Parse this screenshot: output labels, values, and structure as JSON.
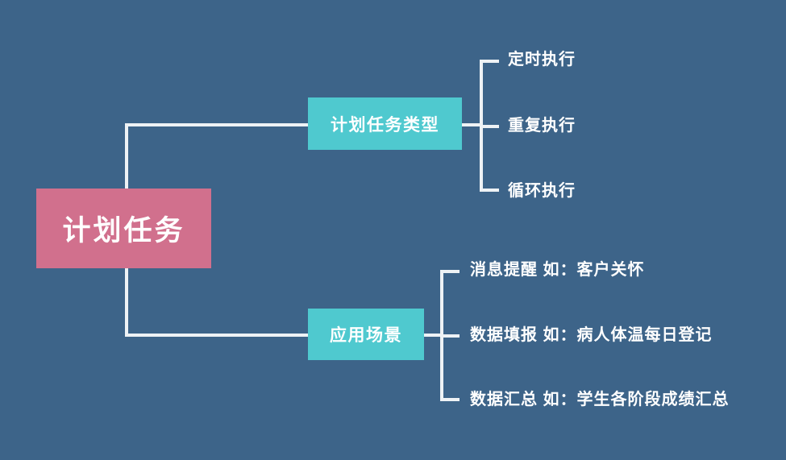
{
  "diagram": {
    "type": "mind-map",
    "title": "计划任务",
    "background_color": "#3d6489",
    "root": {
      "label": "计划任务",
      "color": "#d1708d"
    },
    "branches": [
      {
        "label": "计划任务类型",
        "color": "#4fc9cf",
        "children": [
          {
            "label": "定时执行"
          },
          {
            "label": "重复执行"
          },
          {
            "label": "循环执行"
          }
        ]
      },
      {
        "label": "应用场景",
        "color": "#4fc9cf",
        "children": [
          {
            "label": "消息提醒 如：客户关怀"
          },
          {
            "label": "数据填报 如：病人体温每日登记"
          },
          {
            "label": "数据汇总 如：学生各阶段成绩汇总"
          }
        ]
      }
    ],
    "connector_color": "#eef2f5"
  }
}
